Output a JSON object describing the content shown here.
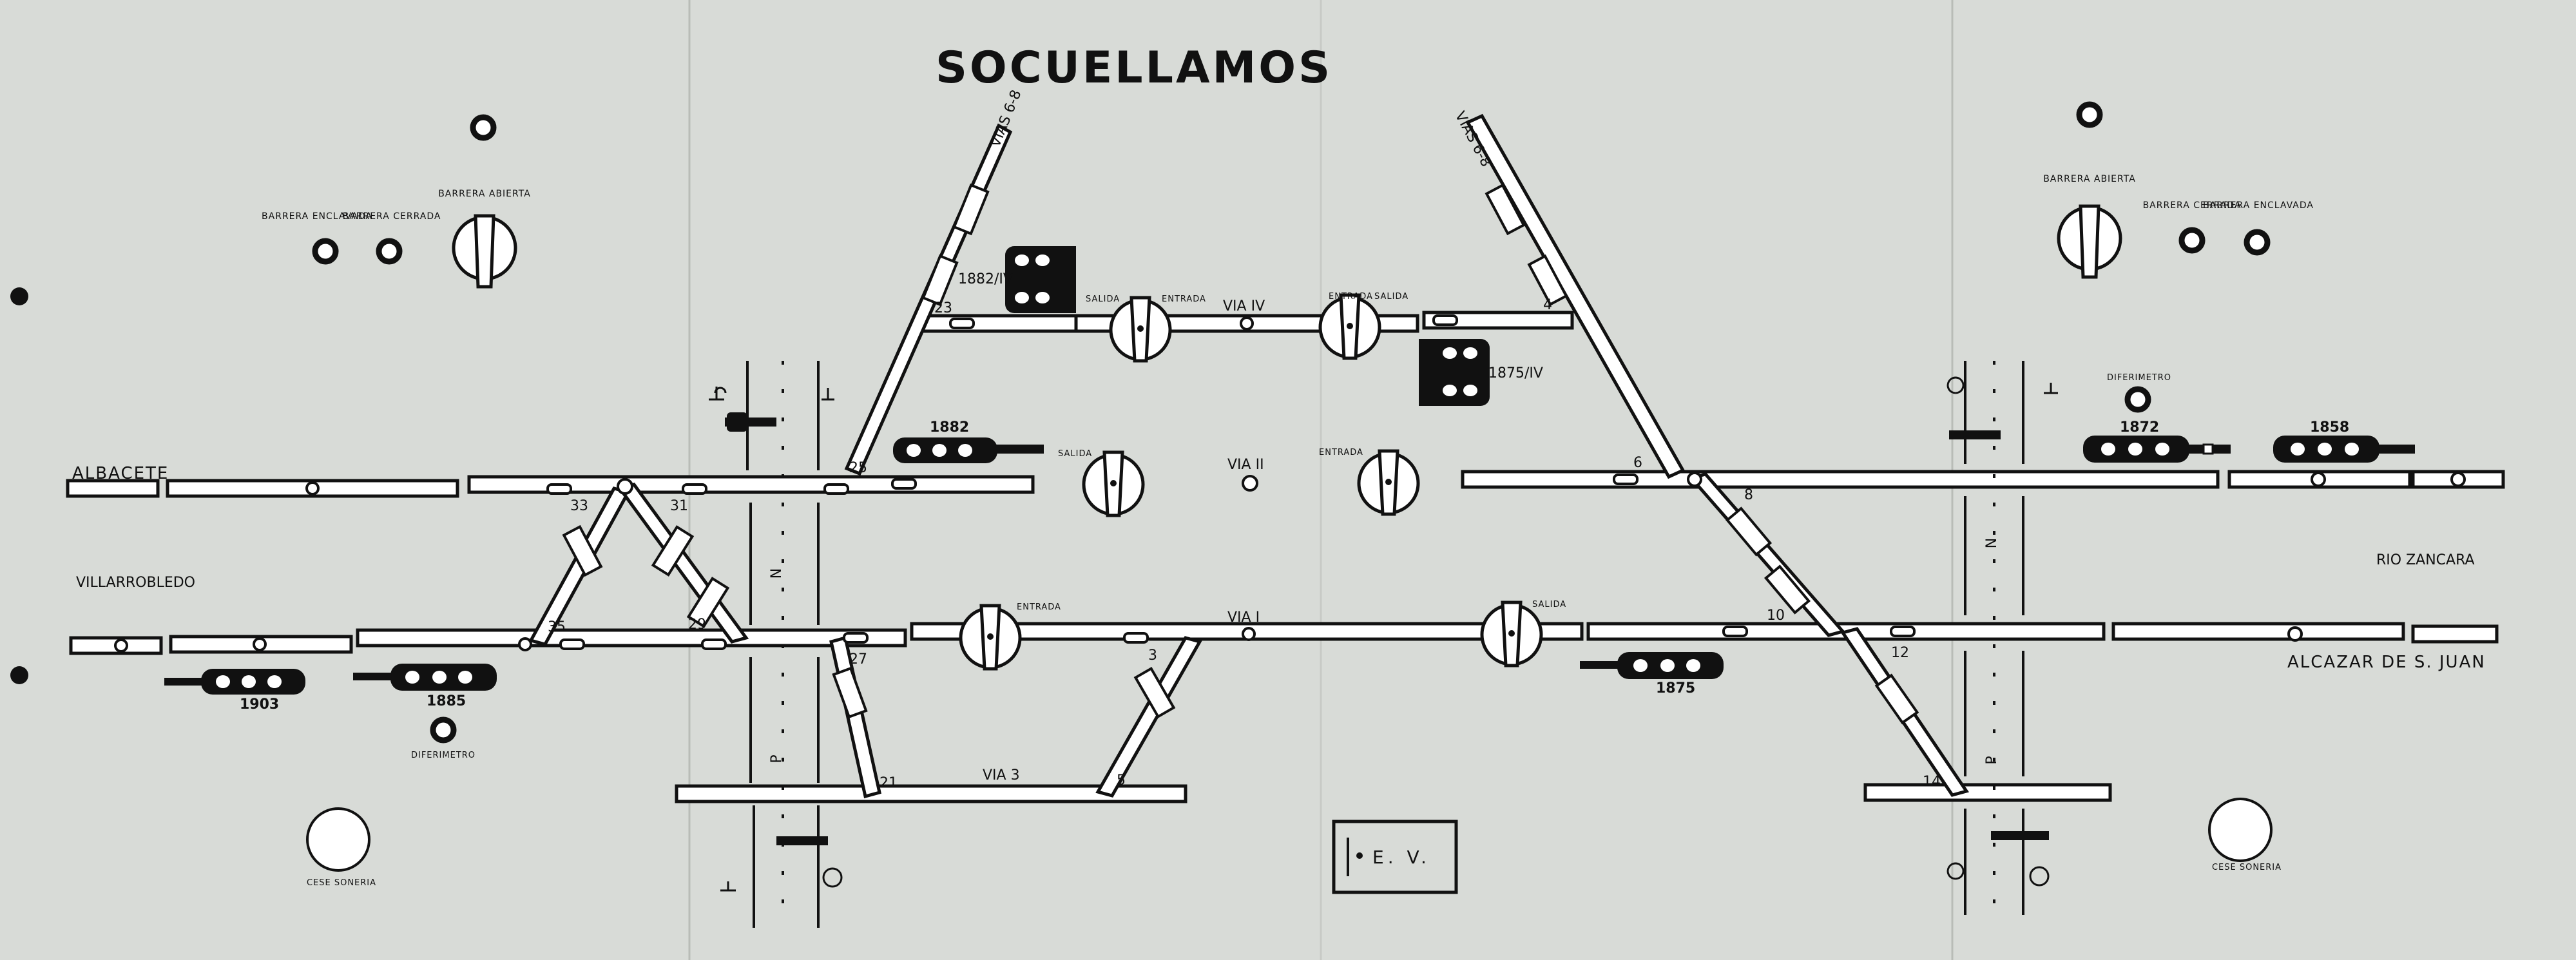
{
  "title": "SOCUELLAMOS",
  "places": {
    "albacete": "ALBACETE",
    "villarrobledo": "VILLARROBLEDO",
    "rio_zancara": "RIO ZANCARA",
    "alcazar": "ALCAZAR DE S. JUAN"
  },
  "tracks": {
    "vias_68_left": "VIAS 6-8",
    "vias_68_right": "VIAS 6-8",
    "via_iv": "VIA IV",
    "via_ii": "VIA II",
    "via_i": "VIA I",
    "via_3": "VIA 3"
  },
  "switches": [
    "23",
    "25",
    "33",
    "31",
    "35",
    "29",
    "27",
    "21",
    "3",
    "5",
    "4",
    "6",
    "8",
    "10",
    "12",
    "14"
  ],
  "signals": {
    "s1882_iv": "1882/IV",
    "s1882": "1882",
    "s1875_iv": "1875/IV",
    "s1903": "1903",
    "s1885": "1885",
    "s1875": "1875",
    "s1872": "1872",
    "s1858": "1858"
  },
  "levers": {
    "salida": "SALIDA",
    "entrada": "ENTRADA"
  },
  "controls": {
    "barrera_enclavada": "BARRERA ENCLAVADA",
    "barrera_cerrada": "BARRERA CERRADA",
    "barrera_abierta": "BARRERA ABIERTA",
    "diferimetro": "DIFERIMETRO",
    "cese_soneria": "CESE SONERIA",
    "ev": "E. V."
  },
  "crossing_letters": [
    "P",
    "G",
    "N"
  ],
  "colors": {
    "panel": "#d8dbd7",
    "ink": "#111111",
    "background": "#8f8f87"
  }
}
